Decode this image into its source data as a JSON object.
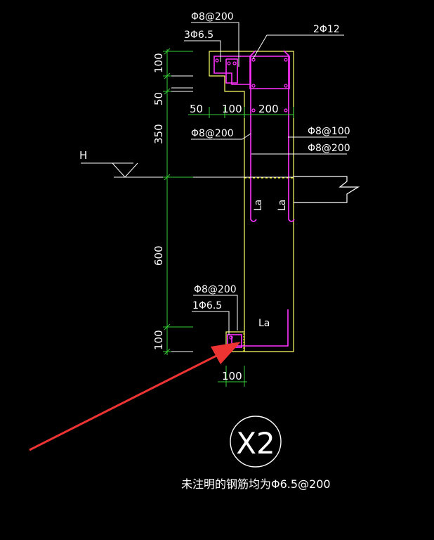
{
  "colors": {
    "background": "#000000",
    "concrete": "#ffff66",
    "rebar": "#ff33ff",
    "dimension": "#33cc33",
    "leader": "#ffffff",
    "arrow": "#ee3333",
    "dashed": "#ffff00"
  },
  "labels": {
    "top_stirrup": "Φ8@200",
    "top_bars_left": "3Φ6.5",
    "top_bars_right": "2Φ12",
    "mid_left": "Φ8@200",
    "mid_right_1": "Φ8@100",
    "mid_right_2": "Φ8@200",
    "bottom_stirrup": "Φ8@200",
    "bottom_bar": "1Φ6.5",
    "anchor_1": "La",
    "anchor_2": "La",
    "anchor_3": "La",
    "level": "H"
  },
  "dimensions": {
    "v_100_top": "100",
    "v_50": "50",
    "v_350": "350",
    "v_600": "600",
    "v_100_bottom": "100",
    "h_50": "50",
    "h_100": "100",
    "h_200": "200",
    "h_100_bottom": "100"
  },
  "section_mark": "X2",
  "note": "未注明的钢筋均为Φ6.5@200"
}
